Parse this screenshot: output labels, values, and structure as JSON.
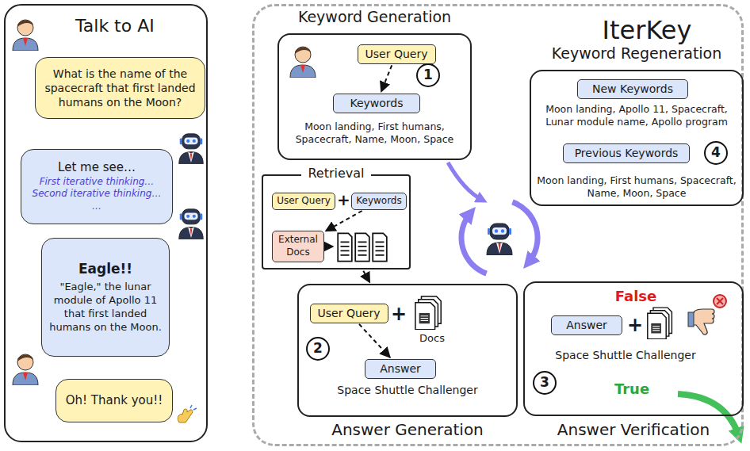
{
  "diagram": {
    "nodes": [
      {
        "text": [
          "Talk to AI"
        ]
      },
      {
        "text": [
          "What is the name of the spacecraft that first landed humans on the Moon?"
        ],
        "in": 0
      },
      {
        "text": [
          "Let me see…",
          "First iterative thinking…",
          "Second iterative thinking…",
          "…"
        ],
        "in": 0
      },
      {
        "text": [
          "Eagle!!",
          "\"Eagle,\" the lunar module of Apollo 11 that first landed humans on the Moon."
        ],
        "in": 0
      },
      {
        "text": [
          "Oh! Thank you!!"
        ],
        "in": 0
      },
      {
        "text": [
          "IterKey"
        ]
      },
      {
        "text": [
          "Keyword Generation",
          "Moon landing, First humans, Spacecraft, Name, Moon, Space"
        ],
        "in": 5
      },
      {
        "text": [
          "User Query"
        ],
        "in": 6
      },
      {
        "text": [
          "Keywords"
        ],
        "in": 6
      },
      {
        "text": [
          "Retrieval"
        ],
        "in": 5
      },
      {
        "text": [
          "User Query"
        ],
        "in": 9
      },
      {
        "text": [
          "Keywords"
        ],
        "in": 9
      },
      {
        "text": [
          "External Docs"
        ],
        "in": 9
      },
      {
        "text": [
          "Answer Generation",
          "Space Shuttle Challenger"
        ],
        "in": 5
      },
      {
        "text": [
          "User Query"
        ],
        "in": 13
      },
      {
        "text": [
          "Answer"
        ],
        "in": 13
      },
      {
        "text": [
          "Keyword Regeneration",
          "Moon landing, Apollo 11, Spacecraft, Lunar module name, Apollo program",
          "Moon landing, First humans, Spacecraft, Name, Moon, Space"
        ],
        "in": 5
      },
      {
        "text": [
          "New Keywords"
        ],
        "in": 16
      },
      {
        "text": [
          "Previous Keywords"
        ],
        "in": 16
      },
      {
        "text": [
          "Answer Verification",
          "False",
          "Space Shuttle Challenger",
          "True"
        ],
        "in": 5
      },
      {
        "text": [
          "Answer"
        ],
        "in": 19
      }
    ],
    "edges": [
      {
        "from": 7,
        "to": 8,
        "arrow": "to"
      },
      {
        "from": 11,
        "to": 12,
        "arrow": "to"
      },
      {
        "from": 9,
        "to": 13,
        "arrow": "to"
      },
      {
        "from": 14,
        "to": 15,
        "arrow": "to"
      }
    ],
    "labels": [
      "1",
      "2",
      "3",
      "4",
      "+",
      "+",
      "+",
      "Docs"
    ]
  }
}
